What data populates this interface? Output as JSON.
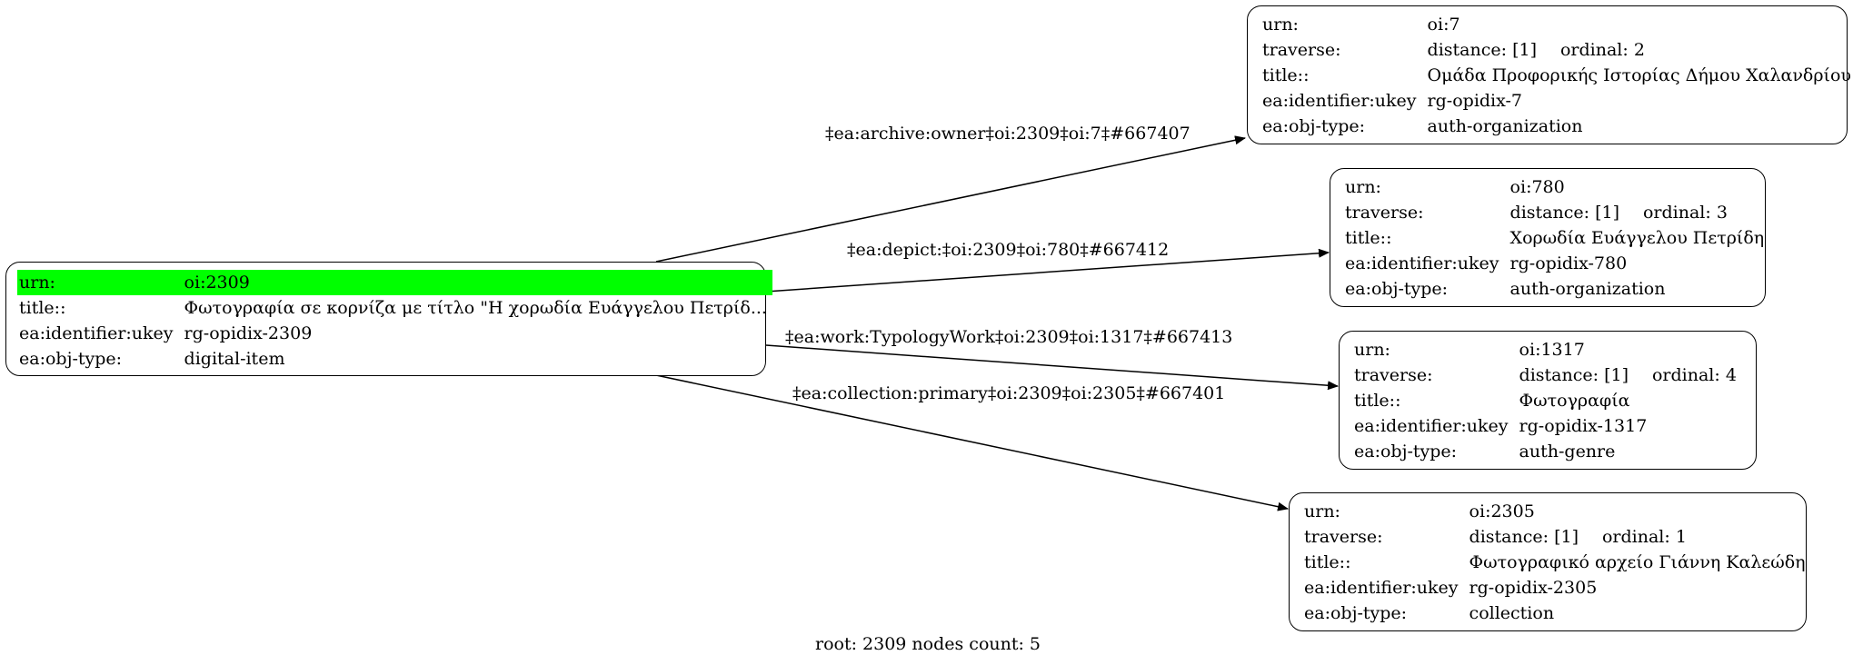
{
  "root": {
    "urn_key": "urn:",
    "urn": "oi:2309",
    "title_key": "title::",
    "title": "Φωτογραφία σε κορνίζα με τίτλο \"Η χορωδία Ευάγγελου Πετρίδ...",
    "ukey_key": "ea:identifier:ukey",
    "ukey": "rg-opidix-2309",
    "type_key": "ea:obj-type:",
    "type": "digital-item",
    "highlight_color": "#00ff00"
  },
  "nodes": [
    {
      "urn_key": "urn:",
      "urn": "oi:7",
      "traverse_key": "traverse:",
      "distance": "distance: [1]",
      "ordinal": "ordinal: 2",
      "title_key": "title::",
      "title": "Ομάδα Προφορικής Ιστορίας Δήμου Χαλανδρίου",
      "ukey_key": "ea:identifier:ukey",
      "ukey": "rg-opidix-7",
      "type_key": "ea:obj-type:",
      "type": "auth-organization"
    },
    {
      "urn_key": "urn:",
      "urn": "oi:780",
      "traverse_key": "traverse:",
      "distance": "distance: [1]",
      "ordinal": "ordinal: 3",
      "title_key": "title::",
      "title": "Χορωδία Ευάγγελου Πετρίδη",
      "ukey_key": "ea:identifier:ukey",
      "ukey": "rg-opidix-780",
      "type_key": "ea:obj-type:",
      "type": "auth-organization"
    },
    {
      "urn_key": "urn:",
      "urn": "oi:1317",
      "traverse_key": "traverse:",
      "distance": "distance: [1]",
      "ordinal": "ordinal: 4",
      "title_key": "title::",
      "title": "Φωτογραφία",
      "ukey_key": "ea:identifier:ukey",
      "ukey": "rg-opidix-1317",
      "type_key": "ea:obj-type:",
      "type": "auth-genre"
    },
    {
      "urn_key": "urn:",
      "urn": "oi:2305",
      "traverse_key": "traverse:",
      "distance": "distance: [1]",
      "ordinal": "ordinal: 1",
      "title_key": "title::",
      "title": "Φωτογραφικό αρχείο Γιάννη Καλεώδη",
      "ukey_key": "ea:identifier:ukey",
      "ukey": "rg-opidix-2305",
      "type_key": "ea:obj-type:",
      "type": "collection"
    }
  ],
  "edges": [
    {
      "label": "‡ea:archive:owner‡oi:2309‡oi:7‡#667407"
    },
    {
      "label": "‡ea:depict:‡oi:2309‡oi:780‡#667412"
    },
    {
      "label": "‡ea:work:TypologyWork‡oi:2309‡oi:1317‡#667413"
    },
    {
      "label": "‡ea:collection:primary‡oi:2309‡oi:2305‡#667401"
    }
  ],
  "footer": "root: 2309 nodes count: 5"
}
